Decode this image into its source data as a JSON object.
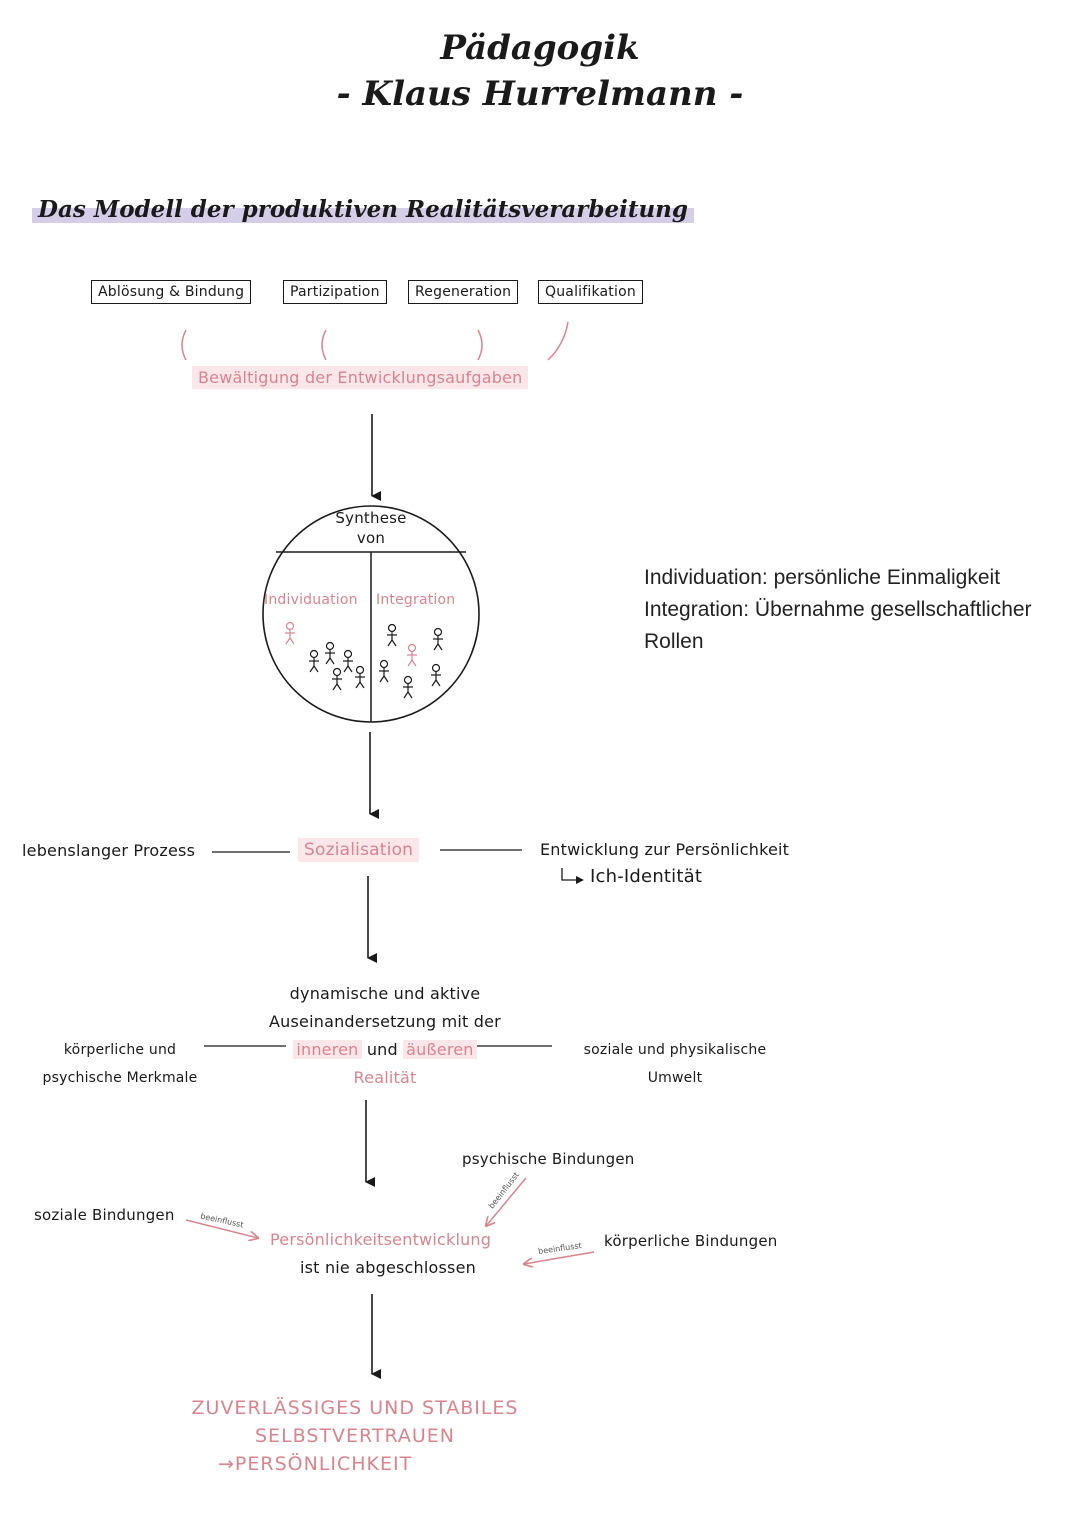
{
  "header": {
    "title_line1": "Pädagogik",
    "title_line2": "- Klaus Hurrelmann -"
  },
  "heading": "Das Modell der produktiven Realitätsverarbeitung",
  "tasks": [
    "Ablösung & Bindung",
    "Partizipation",
    "Regeneration",
    "Qualifikation"
  ],
  "coping": "Bewältigung der Entwicklungsaufgaben",
  "circle": {
    "top_line1": "Synthese",
    "top_line2": "von",
    "left": "Individuation",
    "right": "Integration"
  },
  "definitions": {
    "individuation": "Individuation: persönliche Einmaligkeit",
    "integration": "Integration: Übernahme gesellschaftlicher Rollen"
  },
  "socialisation": {
    "center": "Sozialisation",
    "left": "lebenslanger Prozess",
    "right_line1": "Entwicklung zur Persönlichkeit",
    "right_line2": "Ich-Identität"
  },
  "engagement": {
    "line1": "dynamische und aktive",
    "line2": "Auseinandersetzung mit der",
    "line3_inner": "inneren",
    "line3_and": "und",
    "line3_outer": "äußeren",
    "line4": "Realität",
    "left_line1": "körperliche und",
    "left_line2": "psychische Merkmale",
    "right_line1": "soziale und physikalische",
    "right_line2": "Umwelt"
  },
  "development": {
    "main": "Persönlichkeitsentwicklung",
    "sub": "ist nie abgeschlossen",
    "psychic": "psychische Bindungen",
    "social": "soziale Bindungen",
    "physical": "körperliche Bindungen",
    "influences": "beeinflusst"
  },
  "result": {
    "line1": "ZUVERLÄSSIGES UND STABILES",
    "line2": "SELBSTVERTRAUEN",
    "line3": "→PERSÖNLICHKEIT"
  },
  "colors": {
    "accent": "#d9848d",
    "highlight_pink": "#fbe7ea",
    "highlight_lilac": "#d6cde9",
    "ink": "#1a1a1a"
  }
}
